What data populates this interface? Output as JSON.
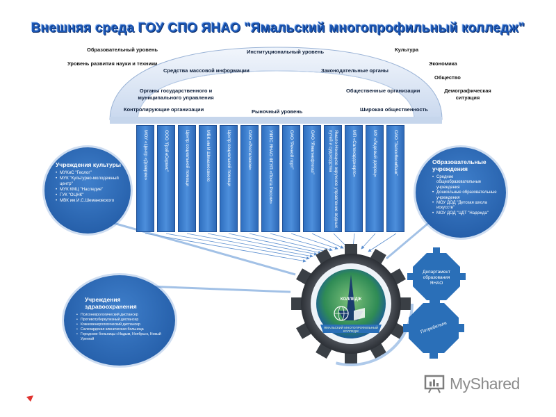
{
  "title": "Внешняя среда ГОУ СПО ЯНАО \"Ямальский многопрофильный колледж\"",
  "outer_levels": {
    "left": [
      "Образовательный уровень",
      "Уровень развития науки и техники"
    ],
    "right": [
      "Культура",
      "Экономика",
      "Общество",
      "Демографическая ситуация"
    ]
  },
  "arch": {
    "top": "Институциональный уровень",
    "row2_left": "Средства массовой информации",
    "row2_right": "Законодательные органы",
    "row3_left": "Органы государственного и муниципального управления",
    "row3_right": "Общественные организации",
    "row4_left": "Контролирующие организации",
    "row4_center": "Рыночный уровень",
    "row4_right": "Широкая общественность"
  },
  "columns": [
    "МОУ «Центр «Доверие»",
    "ООО \"ГрэйнСервис\"",
    "Центр социальной помощи",
    "МВК им И.Шеманосвкого",
    "Центр социальной помощи",
    "ОАО «Ростелеком»",
    "УФПС ЯНАО ФГУП «Почта России»",
    "ОАО \"Речной порт\"",
    "ОАО \"Ямалнефтегаз\"",
    "Ямало-Ненецкое окружное управление водных путей и судоходства",
    "МП «Салехардэнерго»",
    "МУ «Ледовый дворец»",
    "ОАО \"Запсибкомбанк\""
  ],
  "culture": {
    "title": "Учреждения культуры",
    "items": [
      "МУКиС \"Геолог\"",
      "МУК \"Культурно-молодежный центр\"",
      "МУК КМЦ \"Наследие\"",
      "ГУК \"ОЦНК\"",
      "МВК им.И.С.Шемановского"
    ]
  },
  "education": {
    "title": "Образовательные учреждения",
    "items": [
      "Средние общеобразовательные учреждения",
      "Дошкольные образовательные учреждения",
      "МОУ ДОД \"Детская школа искусств\"",
      "МОУ ДОД \"ЦДТ \"Надежда\""
    ]
  },
  "health": {
    "title": "Учреждения здравоохранения",
    "items": [
      "Психоневрологический диспансер",
      "Противотуберкулезный диспансер",
      "Кожновенерологический диспансер",
      "Салехардская клиническая больница",
      "Городские больницы г.Надым, Ноябрьск, Новый Уренгой"
    ]
  },
  "department": "Департамент образования ЯНАО",
  "consumers": "Потребители",
  "college_emblem": {
    "word": "КОЛЛЕДЖ",
    "banner": "ЯМАЛЬСКИЙ МНОГОПРОФИЛЬНЫЙ КОЛЛЕДЖ"
  },
  "watermark": "MyShared",
  "colors": {
    "primary_blue": "#2f6fbf",
    "dark_blue": "#1e56a0",
    "arch_fill": "#dce7f5",
    "gear_grey": "#3a3f45",
    "title_blue": "#1b57b6"
  }
}
